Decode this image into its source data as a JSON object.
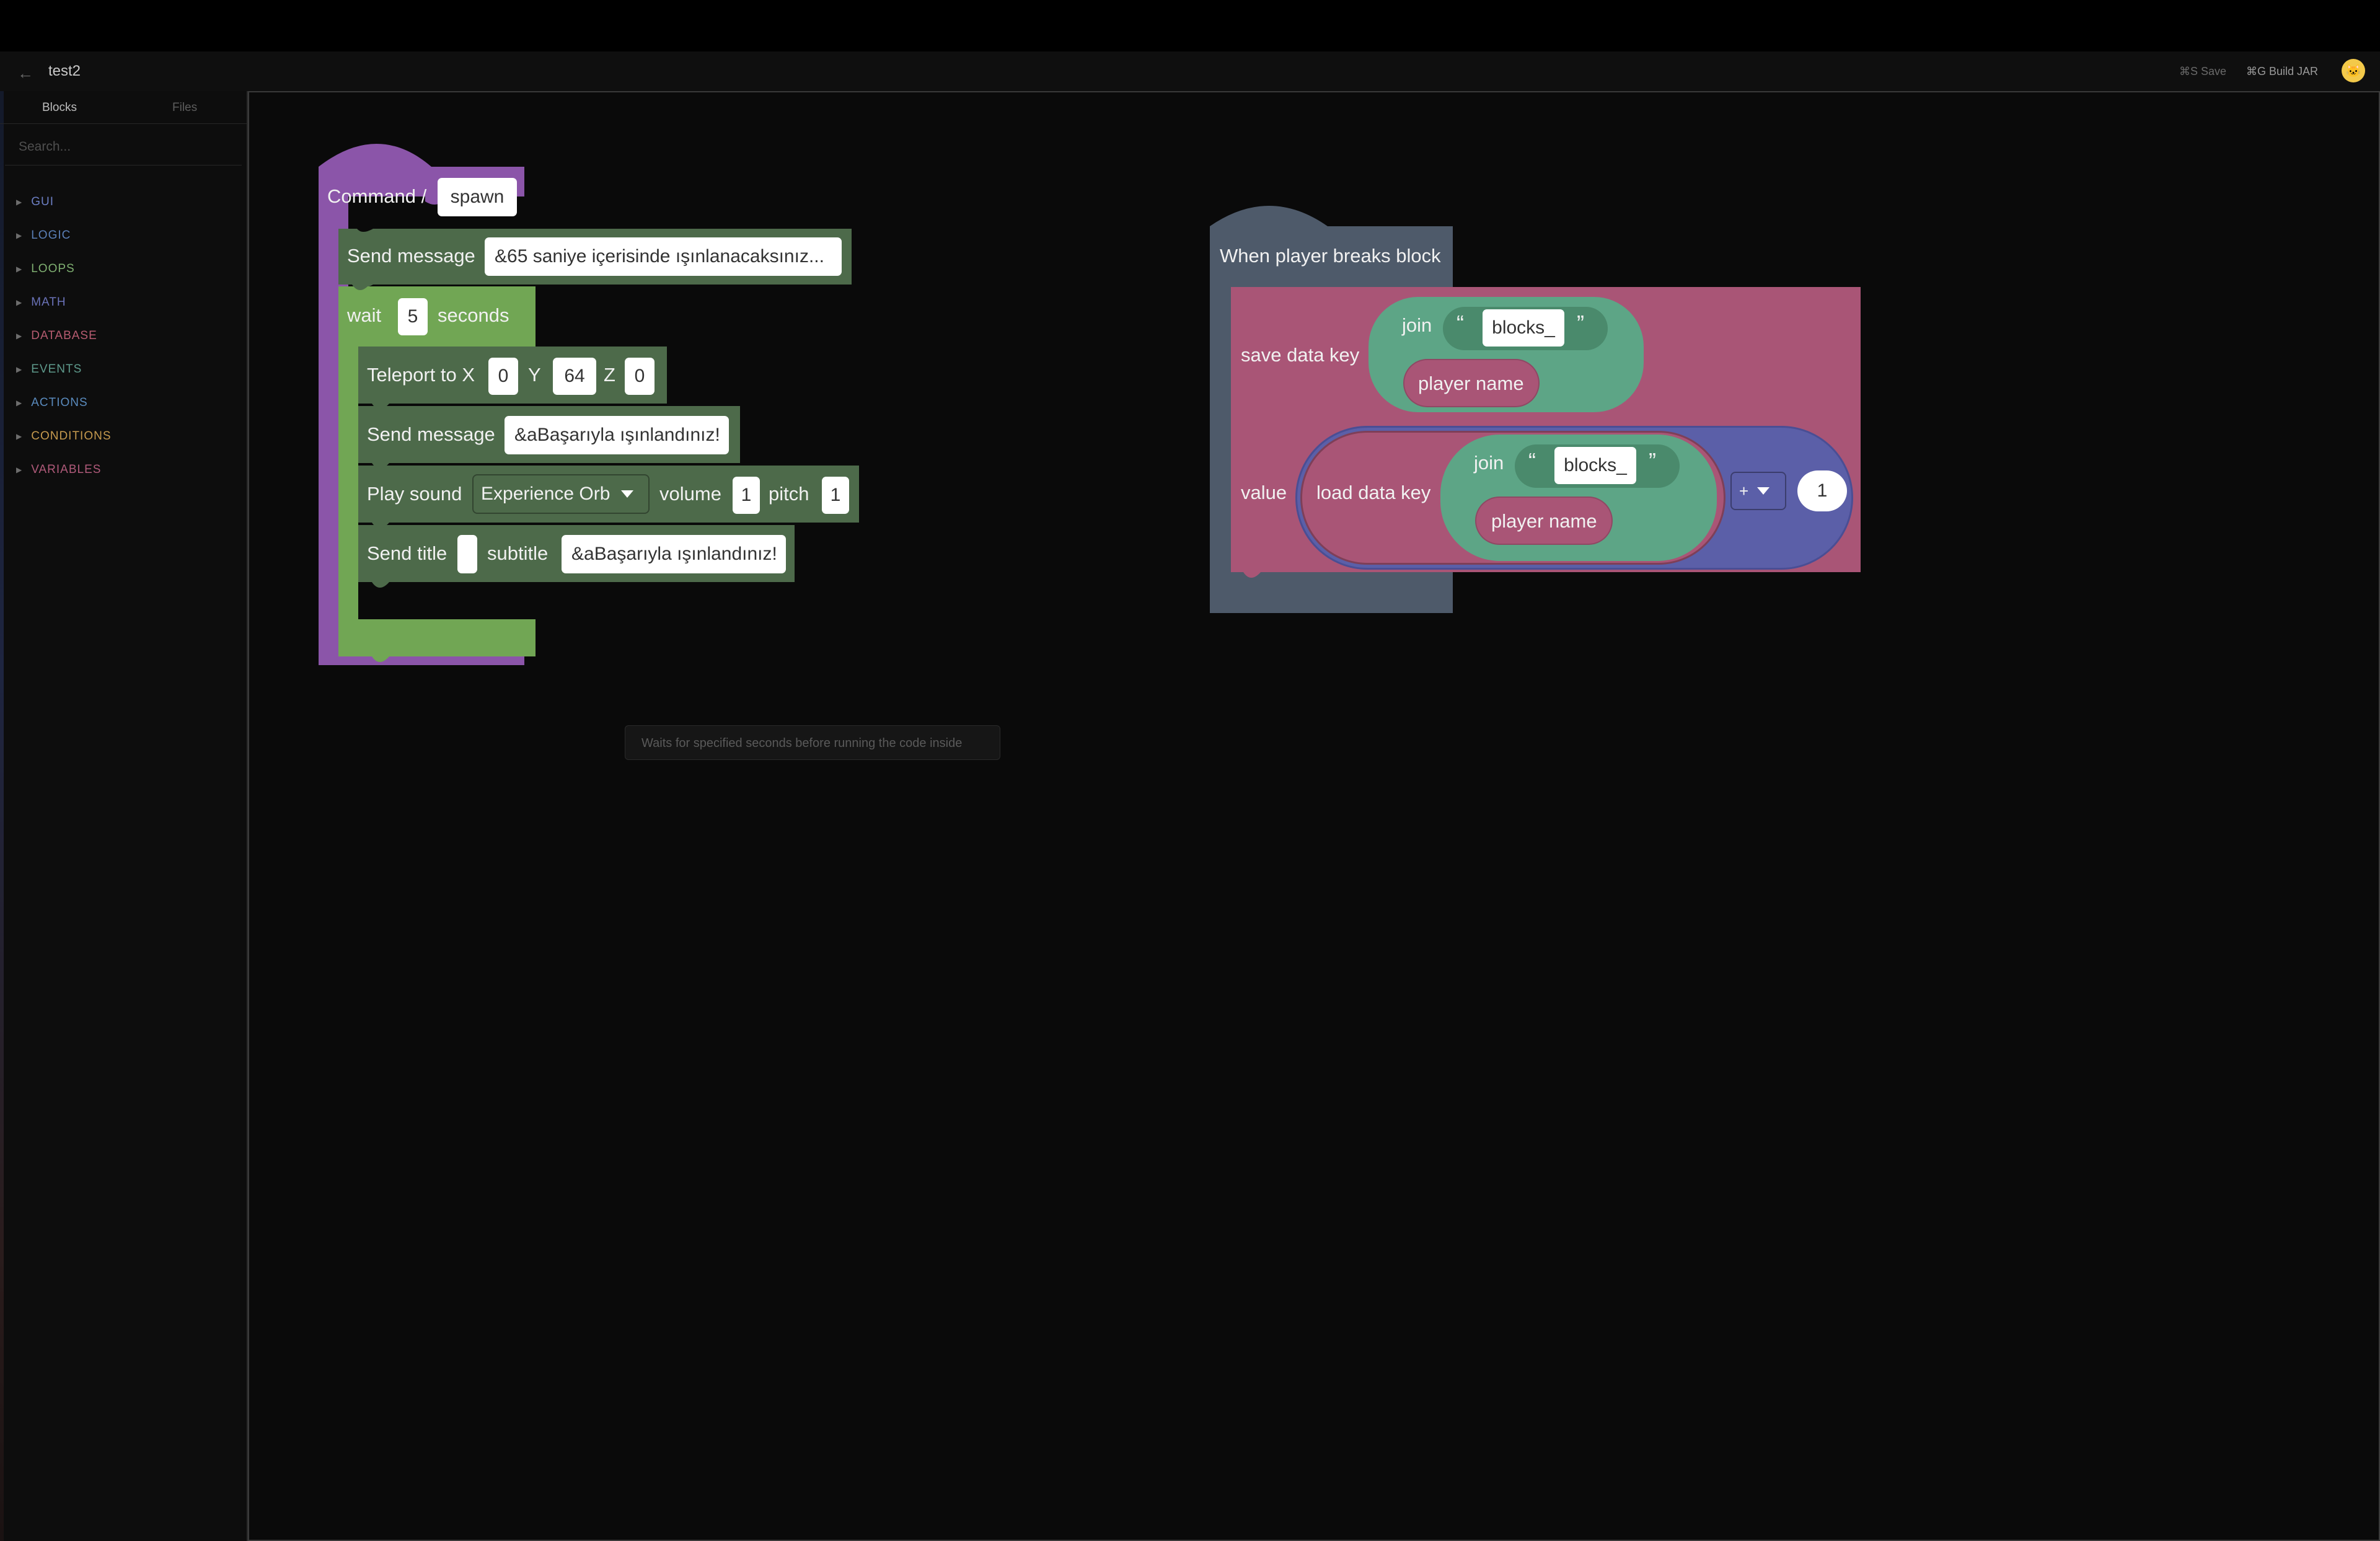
{
  "header": {
    "back_icon": "arrow-left-icon",
    "project_title": "test2",
    "save_label": "⌘S Save",
    "build_label": "⌘G Build JAR",
    "avatar_glyph": "🐱"
  },
  "sidebar": {
    "tabs": [
      "Blocks",
      "Files"
    ],
    "search_placeholder": "Search...",
    "categories": [
      {
        "label": "GUI",
        "color": "#6c7fc4"
      },
      {
        "label": "LOGIC",
        "color": "#5b80b8"
      },
      {
        "label": "LOOPS",
        "color": "#7fb071"
      },
      {
        "label": "MATH",
        "color": "#6a72b8"
      },
      {
        "label": "DATABASE",
        "color": "#b65b70"
      },
      {
        "label": "EVENTS",
        "color": "#5e9a8c"
      },
      {
        "label": "ACTIONS",
        "color": "#5a8bbe"
      },
      {
        "label": "CONDITIONS",
        "color": "#c69a4e"
      },
      {
        "label": "VARIABLES",
        "color": "#b05a7a"
      }
    ]
  },
  "colors": {
    "command_block": "#8b55a9",
    "action_block": "#4d6a4a",
    "wait_block": "#71a654",
    "event_block": "#4e5a6a",
    "database_block": "#a95576",
    "text_block": "#5da586",
    "math_block": "#5b5fa8"
  },
  "blocks": {
    "command": {
      "label": "Command /",
      "value": "spawn"
    },
    "send_message_1": {
      "label": "Send message",
      "value": "&65 saniye içerisinde ışınlanacaksınız..."
    },
    "wait": {
      "label": "wait",
      "value": "5",
      "suffix": "seconds"
    },
    "teleport": {
      "label": "Teleport to X",
      "x": "0",
      "y_label": "Y",
      "y": "64",
      "z_label": "Z",
      "z": "0"
    },
    "send_message_2": {
      "label": "Send message",
      "value": "&aBaşarıyla ışınlandınız!"
    },
    "play_sound": {
      "label": "Play sound",
      "sound": "Experience Orb",
      "volume_label": "volume",
      "volume": "1",
      "pitch_label": "pitch",
      "pitch": "1"
    },
    "send_title": {
      "label": "Send title",
      "title": "",
      "subtitle_label": "subtitle",
      "subtitle": "&aBaşarıyla ışınlandınız!"
    },
    "tooltip": "Waits for specified seconds before running the code inside",
    "event": {
      "label": "When player breaks block"
    },
    "save_data": {
      "label": "save data key",
      "value_label": "value"
    },
    "join_1": {
      "label": "join",
      "open_quote": "“",
      "text": "blocks_",
      "close_quote": "”",
      "player": "player name"
    },
    "load_data": {
      "label": "load data key"
    },
    "join_2": {
      "label": "join",
      "open_quote": "“",
      "text": "blocks_",
      "close_quote": "”",
      "player": "player name"
    },
    "math": {
      "operator": "+",
      "value": "1"
    }
  }
}
